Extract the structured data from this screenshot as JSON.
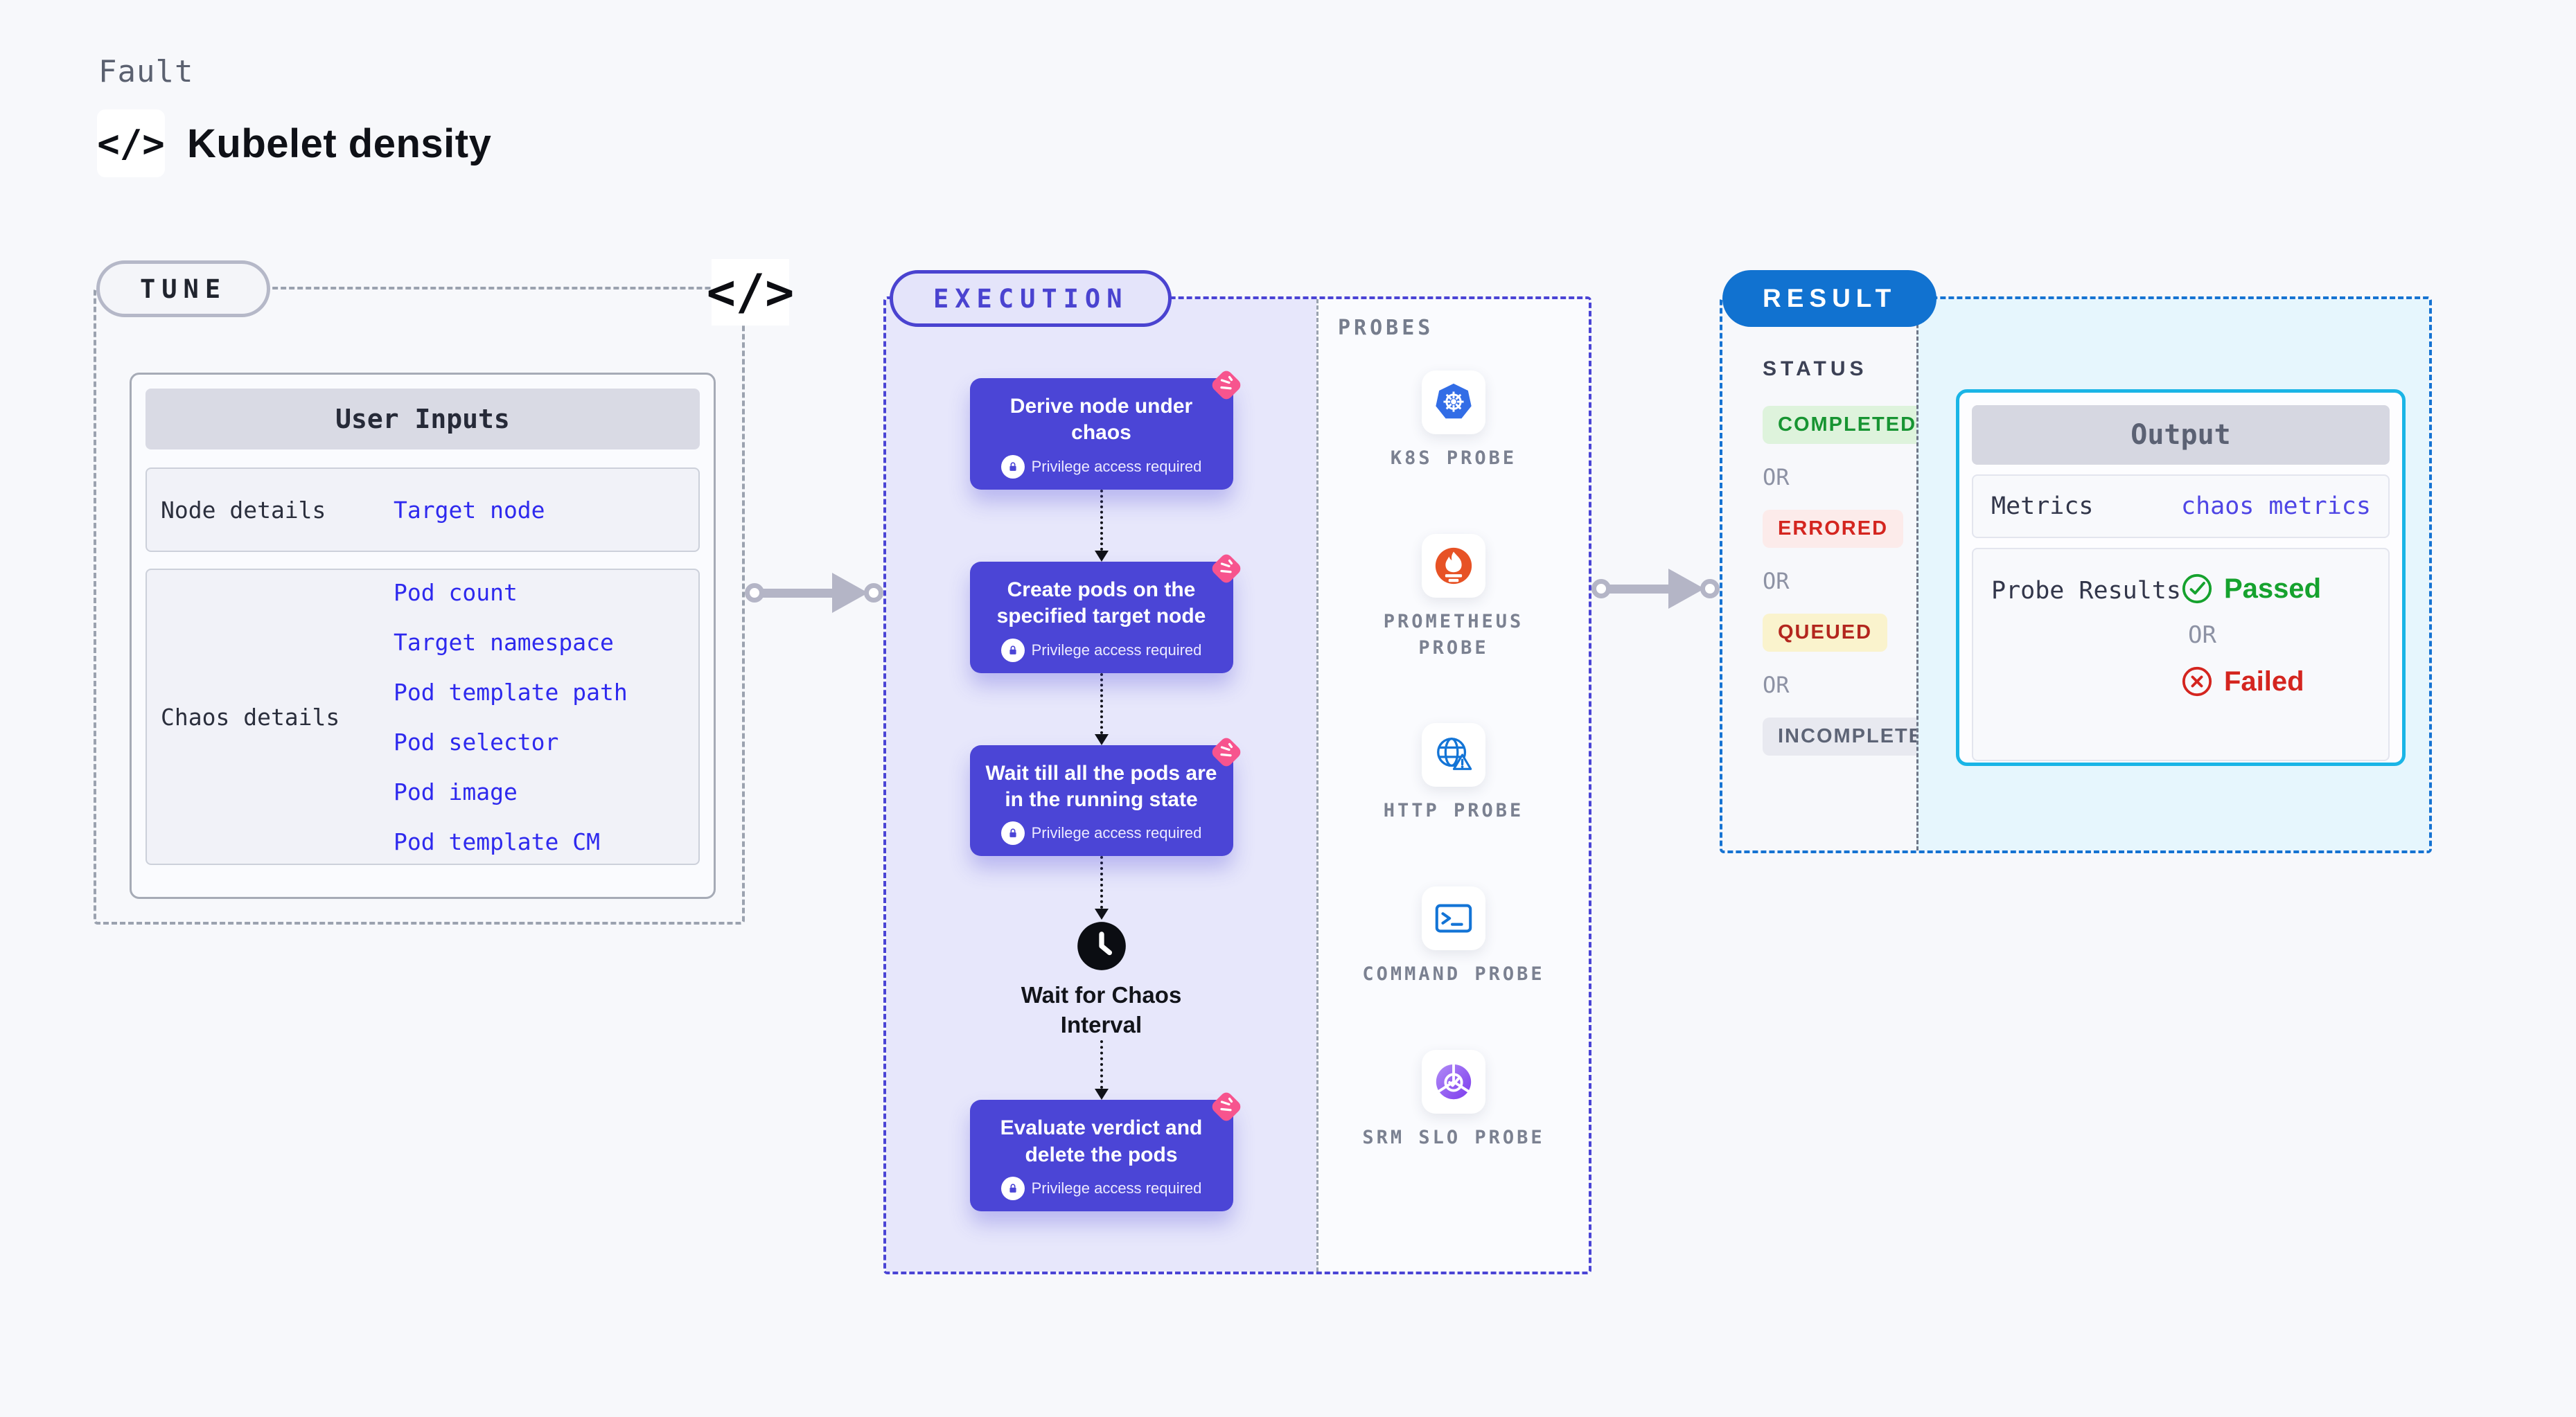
{
  "header": {
    "eyebrow": "Fault",
    "title": "Kubelet density",
    "icon": "code-icon"
  },
  "tune": {
    "badge": "TUNE",
    "card": {
      "title": "User Inputs",
      "rows": [
        {
          "label": "Node details",
          "links": [
            "Target node"
          ]
        },
        {
          "label": "Chaos details",
          "links": [
            "Pod count",
            "Target namespace",
            "Pod template path",
            "Pod selector",
            "Pod image",
            "Pod template CM"
          ]
        }
      ]
    }
  },
  "execution": {
    "badge": "EXECUTION",
    "steps": [
      {
        "title": "Derive node under chaos",
        "note": "Privilege access required"
      },
      {
        "title": "Create pods on the specified target node",
        "note": "Privilege access required"
      },
      {
        "title": "Wait till all the pods are in the running state",
        "note": "Privilege access required"
      },
      {
        "title": "Evaluate verdict and delete the pods",
        "note": "Privilege access required"
      }
    ],
    "wait_step": {
      "title": "Wait for Chaos Interval",
      "icon": "clock-icon"
    }
  },
  "probes": {
    "label": "PROBES",
    "items": [
      {
        "name": "K8S PROBE",
        "icon": "kubernetes-icon"
      },
      {
        "name": "PROMETHEUS PROBE",
        "icon": "prometheus-icon"
      },
      {
        "name": "HTTP PROBE",
        "icon": "http-globe-icon"
      },
      {
        "name": "COMMAND PROBE",
        "icon": "terminal-icon"
      },
      {
        "name": "SRM SLO PROBE",
        "icon": "srm-slo-icon"
      }
    ]
  },
  "result": {
    "badge": "RESULT",
    "status_label": "STATUS",
    "or_label": "OR",
    "statuses": [
      {
        "label": "COMPLETED",
        "fg": "#179432",
        "bg": "#def3dc"
      },
      {
        "label": "ERRORED",
        "fg": "#d4251f",
        "bg": "#fcebea"
      },
      {
        "label": "QUEUED",
        "fg": "#b3261e",
        "bg": "#faf3cd"
      },
      {
        "label": "INCOMPLETED",
        "fg": "#5d6476",
        "bg": "#e8e9f0"
      }
    ],
    "output": {
      "title": "Output",
      "metrics_label": "Metrics",
      "metrics_value": "chaos metrics",
      "probe_results_label": "Probe Results",
      "passed": "Passed",
      "or_label": "OR",
      "failed": "Failed"
    }
  },
  "colors": {
    "page_bg": "#f7f8fb",
    "accent_indigo": "#4b45d6",
    "accent_blue": "#1172d0",
    "accent_cyan": "#1ab5e6",
    "panel_purple": "#e7e7fb",
    "panel_cyan": "#e6f6fd",
    "link_blue": "#2e29ee",
    "metrics_link": "#4f46e5",
    "passed_green": "#16a22e",
    "failed_red": "#d4251f",
    "chaos_pink": "#f7548e",
    "arrow_gray": "#b4b5c6"
  }
}
